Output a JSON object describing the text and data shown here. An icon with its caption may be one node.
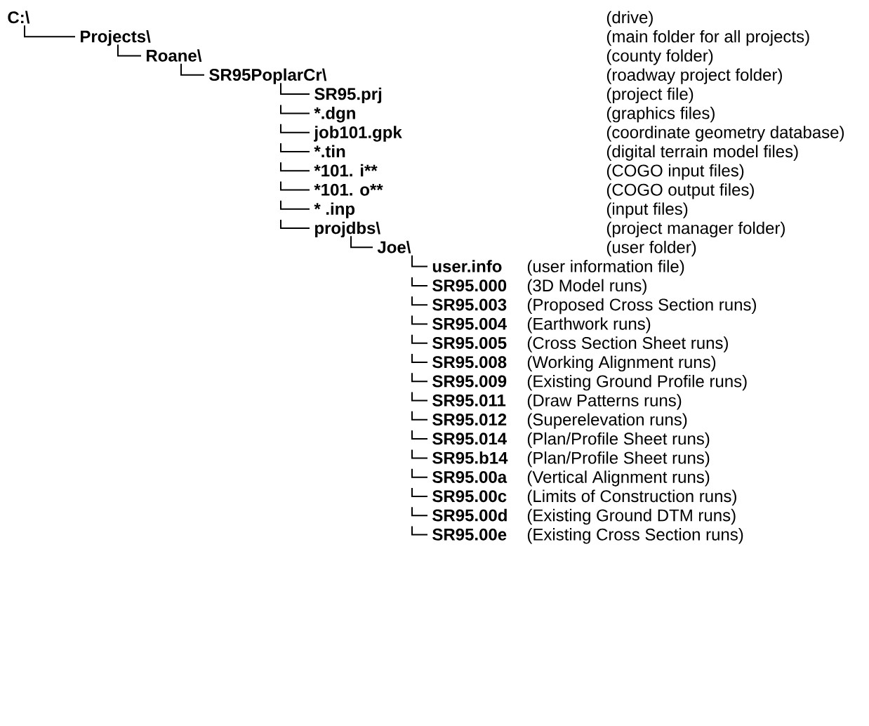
{
  "diagram": {
    "nodes": [
      {
        "text": [
          "C:\\"
        ]
      },
      {
        "text": [
          "Projects\\"
        ]
      },
      {
        "text": [
          "Roane\\"
        ]
      },
      {
        "text": [
          "SR95PoplarCr\\"
        ]
      },
      {
        "text": [
          "SR95.prj"
        ]
      },
      {
        "text": [
          "*.dgn"
        ]
      },
      {
        "text": [
          "job101.gpk"
        ]
      },
      {
        "text": [
          "*.tin"
        ]
      },
      {
        "text": [
          "*101. i**"
        ]
      },
      {
        "text": [
          "*101. o**"
        ]
      },
      {
        "text": [
          "* .inp"
        ]
      },
      {
        "text": [
          "projdbs\\"
        ]
      },
      {
        "text": [
          "Joe\\"
        ]
      },
      {
        "text": [
          "user.info"
        ],
        "beside": [
          "(user information file)"
        ]
      },
      {
        "text": [
          "SR95.000"
        ],
        "beside": [
          "(3D Model runs)"
        ]
      },
      {
        "text": [
          "SR95.003"
        ],
        "beside": [
          "(Proposed Cross Section runs)"
        ]
      },
      {
        "text": [
          "SR95.004"
        ],
        "beside": [
          "(Earthwork runs)"
        ]
      },
      {
        "text": [
          "SR95.005"
        ],
        "beside": [
          "(Cross Section Sheet runs)"
        ]
      },
      {
        "text": [
          "SR95.008"
        ],
        "beside": [
          "(Working Alignment runs)"
        ]
      },
      {
        "text": [
          "SR95.009"
        ],
        "beside": [
          "(Existing Ground Profile runs)"
        ]
      },
      {
        "text": [
          "SR95.011"
        ],
        "beside": [
          "(Draw Patterns runs)"
        ]
      },
      {
        "text": [
          "SR95.012"
        ],
        "beside": [
          "(Superelevation runs)"
        ]
      },
      {
        "text": [
          "SR95.014"
        ],
        "beside": [
          "(Plan/Profile Sheet runs)"
        ]
      },
      {
        "text": [
          "SR95.b14"
        ],
        "beside": [
          "(Plan/Profile Sheet runs)"
        ]
      },
      {
        "text": [
          "SR95.00a"
        ],
        "beside": [
          "(Vertical Alignment runs)"
        ]
      },
      {
        "text": [
          "SR95.00c"
        ],
        "beside": [
          "(Limits of Construction runs)"
        ]
      },
      {
        "text": [
          "SR95.00d"
        ],
        "beside": [
          "(Existing Ground DTM runs)"
        ]
      },
      {
        "text": [
          "SR95.00e"
        ],
        "beside": [
          "(Existing Cross Section runs)"
        ]
      }
    ],
    "edges": [
      {
        "from": 0,
        "to": 1,
        "arrow": "none"
      },
      {
        "from": 1,
        "to": 2,
        "arrow": "none"
      },
      {
        "from": 2,
        "to": 3,
        "arrow": "none"
      },
      {
        "from": 3,
        "to": 4,
        "arrow": "none"
      },
      {
        "from": null,
        "to": 5,
        "arrow": "none"
      },
      {
        "from": null,
        "to": 6,
        "arrow": "none"
      },
      {
        "from": null,
        "to": 7,
        "arrow": "none"
      },
      {
        "from": null,
        "to": 8,
        "arrow": "none"
      },
      {
        "from": null,
        "to": 9,
        "arrow": "none"
      },
      {
        "from": null,
        "to": 10,
        "arrow": "none"
      },
      {
        "from": null,
        "to": 11,
        "arrow": "none"
      },
      {
        "from": 11,
        "to": 12,
        "arrow": "none"
      },
      {
        "from": 12,
        "to": 13,
        "arrow": "none"
      },
      {
        "from": null,
        "to": 14,
        "arrow": "none"
      },
      {
        "from": null,
        "to": 15,
        "arrow": "none"
      },
      {
        "from": null,
        "to": 16,
        "arrow": "none"
      },
      {
        "from": null,
        "to": 17,
        "arrow": "none"
      },
      {
        "from": null,
        "to": 18,
        "arrow": "none"
      },
      {
        "from": null,
        "to": 19,
        "arrow": "none"
      },
      {
        "from": null,
        "to": 20,
        "arrow": "none"
      },
      {
        "from": null,
        "to": 21,
        "arrow": "none"
      },
      {
        "from": null,
        "to": 22,
        "arrow": "none"
      },
      {
        "from": null,
        "to": 23,
        "arrow": "none"
      },
      {
        "from": null,
        "to": 24,
        "arrow": "none"
      },
      {
        "from": null,
        "to": 25,
        "arrow": "none"
      },
      {
        "from": null,
        "to": 26,
        "arrow": "none"
      },
      {
        "from": null,
        "to": 27,
        "arrow": "none"
      }
    ],
    "labels": [
      "(drive)",
      "(main folder for all projects)",
      "(county folder)",
      "(roadway project folder)",
      "(project file)",
      "(graphics files)",
      "(coordinate geometry database)",
      "(digital terrain model files)",
      "(COGO input files)",
      "(COGO output files)",
      "(input files)",
      "(project manager folder)",
      "(user folder)"
    ]
  }
}
